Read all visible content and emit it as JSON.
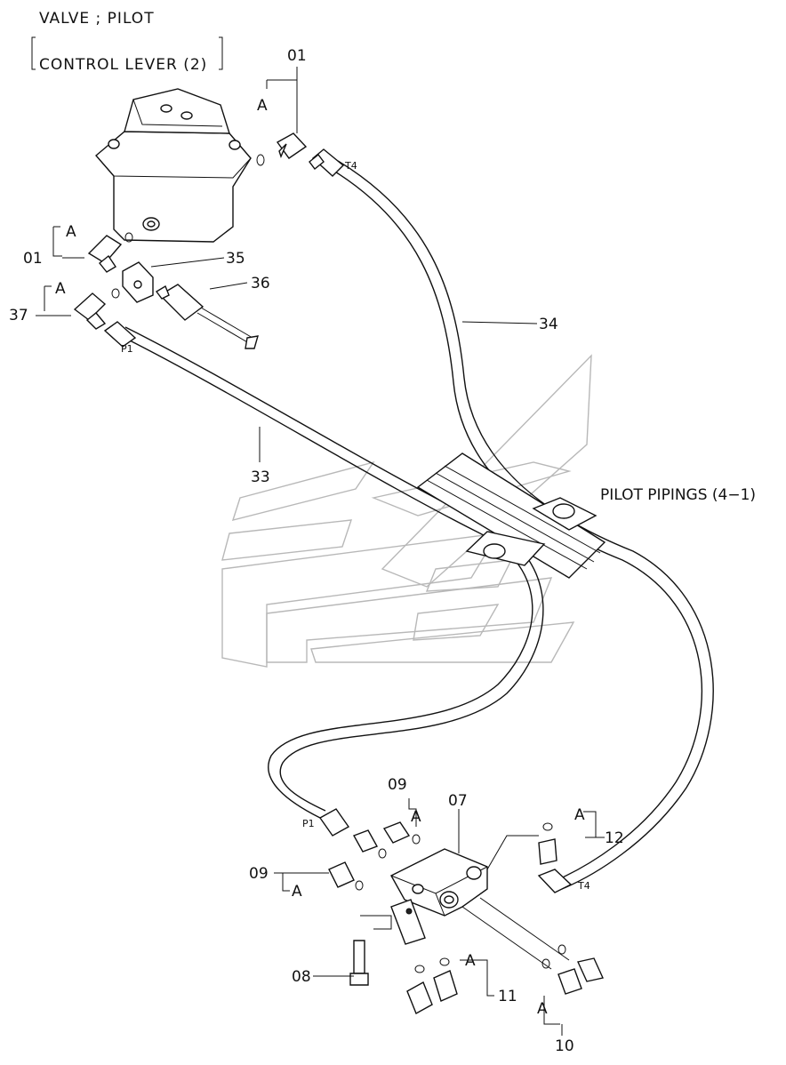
{
  "title": {
    "line1": "VALVE ; PILOT",
    "line2": "CONTROL LEVER (2)"
  },
  "reference": "PILOT PIPINGS (4−1)",
  "ports": {
    "t4_top": "T4",
    "p1_top": "P1",
    "p1_bottom": "P1",
    "t4_bottom": "T4"
  },
  "callouts": {
    "c01_top": "01",
    "c01_left": "01",
    "c35": "35",
    "c36": "36",
    "c37": "37",
    "c34": "34",
    "c33": "33",
    "c09_top": "09",
    "c07": "07",
    "c12": "12",
    "c09_left": "09",
    "c08": "08",
    "c11": "11",
    "c10": "10"
  },
  "a_marks": {
    "a1": "A",
    "a2": "A",
    "a3": "A",
    "a4": "A",
    "a5": "A",
    "a6": "A",
    "a7": "A",
    "a8": "A"
  }
}
